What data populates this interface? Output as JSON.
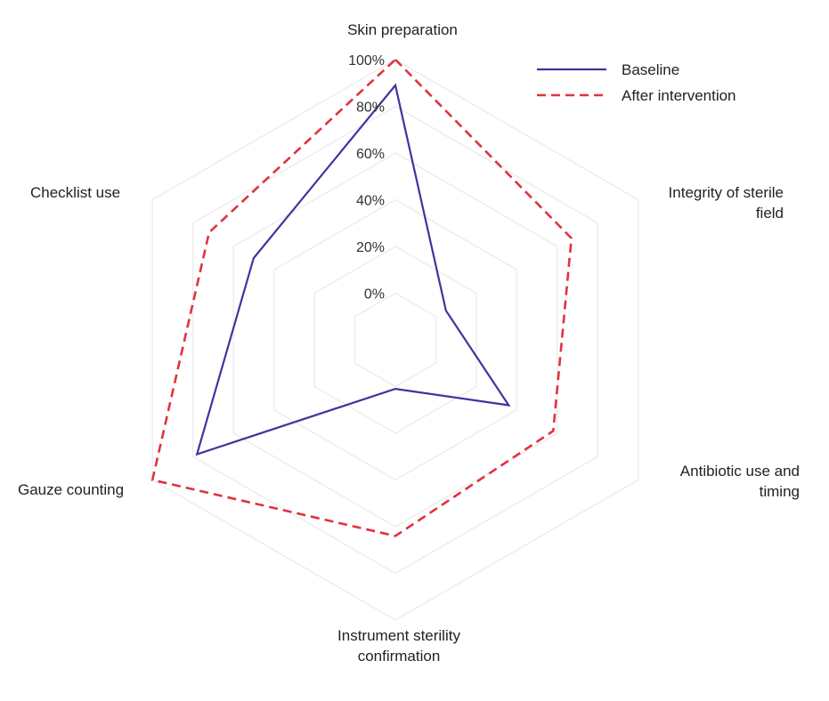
{
  "chart_data": {
    "type": "radar",
    "title": "",
    "axes": [
      "Skin preparation",
      "Integrity of sterile field",
      "Antibiotic use and timing",
      "Instrument sterility confirmation",
      "Gauze counting",
      "Checklist use"
    ],
    "axis_label_lines": [
      [
        "Skin preparation"
      ],
      [
        "Integrity of sterile",
        "field"
      ],
      [
        "Antibiotic use and",
        "timing"
      ],
      [
        "Instrument sterility",
        "confirmation"
      ],
      [
        "Gauze counting"
      ],
      [
        "Checklist use"
      ]
    ],
    "ticks": [
      "0%",
      "20%",
      "40%",
      "60%",
      "80%",
      "100%"
    ],
    "r_range": [
      -20,
      100
    ],
    "grid": true,
    "legend_position": "top-right",
    "series": [
      {
        "name": "Baseline",
        "values": [
          89,
          5,
          36,
          1,
          78,
          50
        ],
        "color": "#3d35a0",
        "line_style": "solid"
      },
      {
        "name": "After intervention",
        "values": [
          100,
          67,
          58,
          64,
          100,
          72
        ],
        "color": "#e0333d",
        "line_style": "dashed"
      }
    ]
  }
}
